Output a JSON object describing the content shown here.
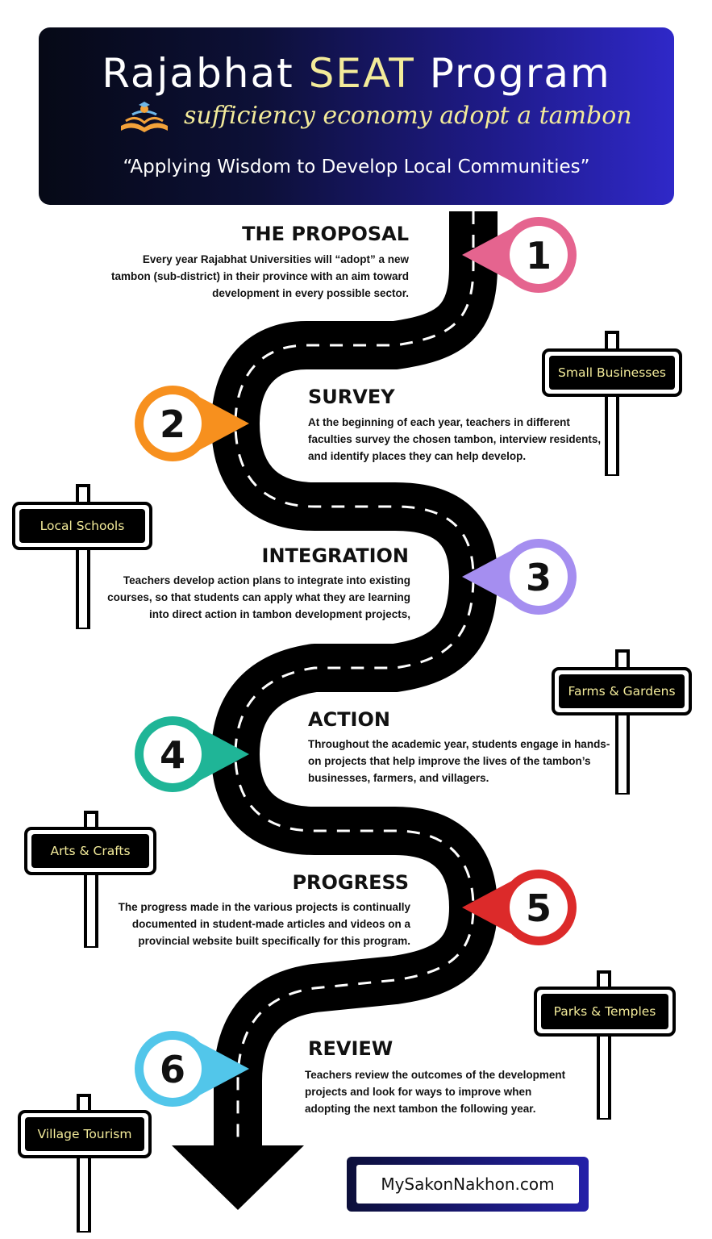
{
  "header": {
    "title_prefix": "Rajabhat",
    "title_highlight": "SEAT",
    "title_suffix": "Program",
    "tagline": "sufficiency economy adopt a  tambon",
    "quote": "“Applying Wisdom to Develop Local Communities”"
  },
  "steps": [
    {
      "number": "1",
      "title": "THE PROPOSAL",
      "color": "#e5648f",
      "text": [
        "Every year Rajabhat Universities will “adopt” a new",
        "tambon (sub-district) in their province with an aim toward",
        "development in every possible sector."
      ]
    },
    {
      "number": "2",
      "title": "SURVEY",
      "color": "#f7901e",
      "text": [
        "At the beginning of each year, teachers in  different",
        "faculties survey the chosen tambon, interview residents,",
        "and identify places they can help develop."
      ]
    },
    {
      "number": "3",
      "title": "INTEGRATION",
      "color": "#a58ef0",
      "text": [
        "Teachers develop action plans to  integrate into existing",
        "courses, so that students can apply what they are learning",
        "into direct action in tambon development projects,"
      ]
    },
    {
      "number": "4",
      "title": "ACTION",
      "color": "#1fb597",
      "text": [
        "Throughout the academic year, students engage in hands-",
        "on projects that help improve the lives of the tambon’s",
        "businesses, farmers, and villagers."
      ]
    },
    {
      "number": "5",
      "title": "PROGRESS",
      "color": "#dc2a2a",
      "text": [
        "The progress made in the various projects is continually",
        "documented in student-made articles and videos on a",
        "provincial website built specifically for this program."
      ]
    },
    {
      "number": "6",
      "title": "REVIEW",
      "color": "#52c6ea",
      "text": [
        "Teachers review the outcomes of the development",
        "projects and look for ways to improve when",
        "adopting the next tambon the following year."
      ]
    }
  ],
  "signs": [
    {
      "label": "Small Businesses"
    },
    {
      "label": "Local Schools"
    },
    {
      "label": "Farms & Gardens"
    },
    {
      "label": "Arts & Crafts"
    },
    {
      "label": "Parks & Temples"
    },
    {
      "label": "Village Tourism"
    }
  ],
  "website": "MySakonNakhon.com",
  "colors": {
    "header_dark": "#060916",
    "header_blue": "#2f28c8",
    "accent_yellow": "#f3eb9a",
    "road": "#000000"
  }
}
